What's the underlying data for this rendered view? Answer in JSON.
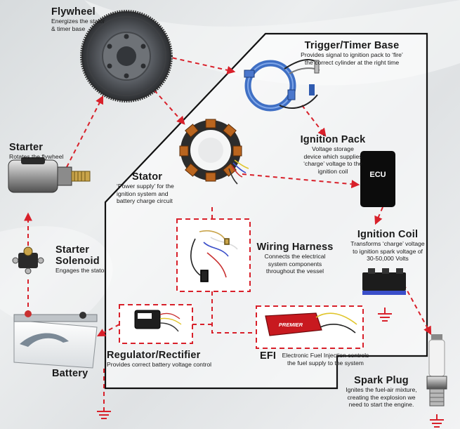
{
  "diagram": {
    "flywheel": {
      "title": "Flywheel",
      "desc": [
        "Energizes the stator",
        "& timer base"
      ]
    },
    "trigger": {
      "title": "Trigger/Timer Base",
      "desc": [
        "Provides signal to ignition pack to ‘fire’",
        "the correct cylinder at the right time"
      ]
    },
    "starter": {
      "title": "Starter",
      "desc": [
        "Rotates the flywheel"
      ]
    },
    "ignition_pack": {
      "title": "Ignition Pack",
      "desc": [
        "Voltage storage",
        "device which supplies",
        "‘charge’ voltage to the",
        "ignition coil"
      ]
    },
    "ecu": {
      "label": "ECU"
    },
    "stator": {
      "title": "Stator",
      "desc": [
        "‘Power supply’ for the",
        "ignition system and",
        "battery charge circuit"
      ]
    },
    "ignition_coil": {
      "title": "Ignition Coil",
      "desc": [
        "Transforms ‘charge’ voltage",
        "to ignition spark voltage of",
        "30-50,000 Volts"
      ]
    },
    "starter_solenoid": {
      "title_line1": "Starter",
      "title_line2": "Solenoid",
      "desc": [
        "Engages the stator"
      ]
    },
    "wiring_harness": {
      "title": "Wiring Harness",
      "desc": [
        "Connects the electrical",
        "system components",
        "throughout the vessel"
      ]
    },
    "regulator": {
      "title": "Regulator/Rectifier",
      "desc": [
        "Provides correct battery voltage control"
      ]
    },
    "efi": {
      "title": "EFI",
      "desc": [
        "Electronic Fuel Injection controls",
        "the fuel supply to the system"
      ],
      "brand": "PREMIER"
    },
    "battery": {
      "title": "Battery"
    },
    "spark_plug": {
      "title": "Spark Plug",
      "desc": [
        "Ignites the fuel-air mixture,",
        "creating the explosion we",
        "need to start the engine."
      ]
    },
    "colors": {
      "arrow": "#d8202a",
      "frame": "#111111",
      "box_fill": "#ffffff",
      "ecu": "#0c0c0c",
      "efi": "#c8191f"
    }
  }
}
